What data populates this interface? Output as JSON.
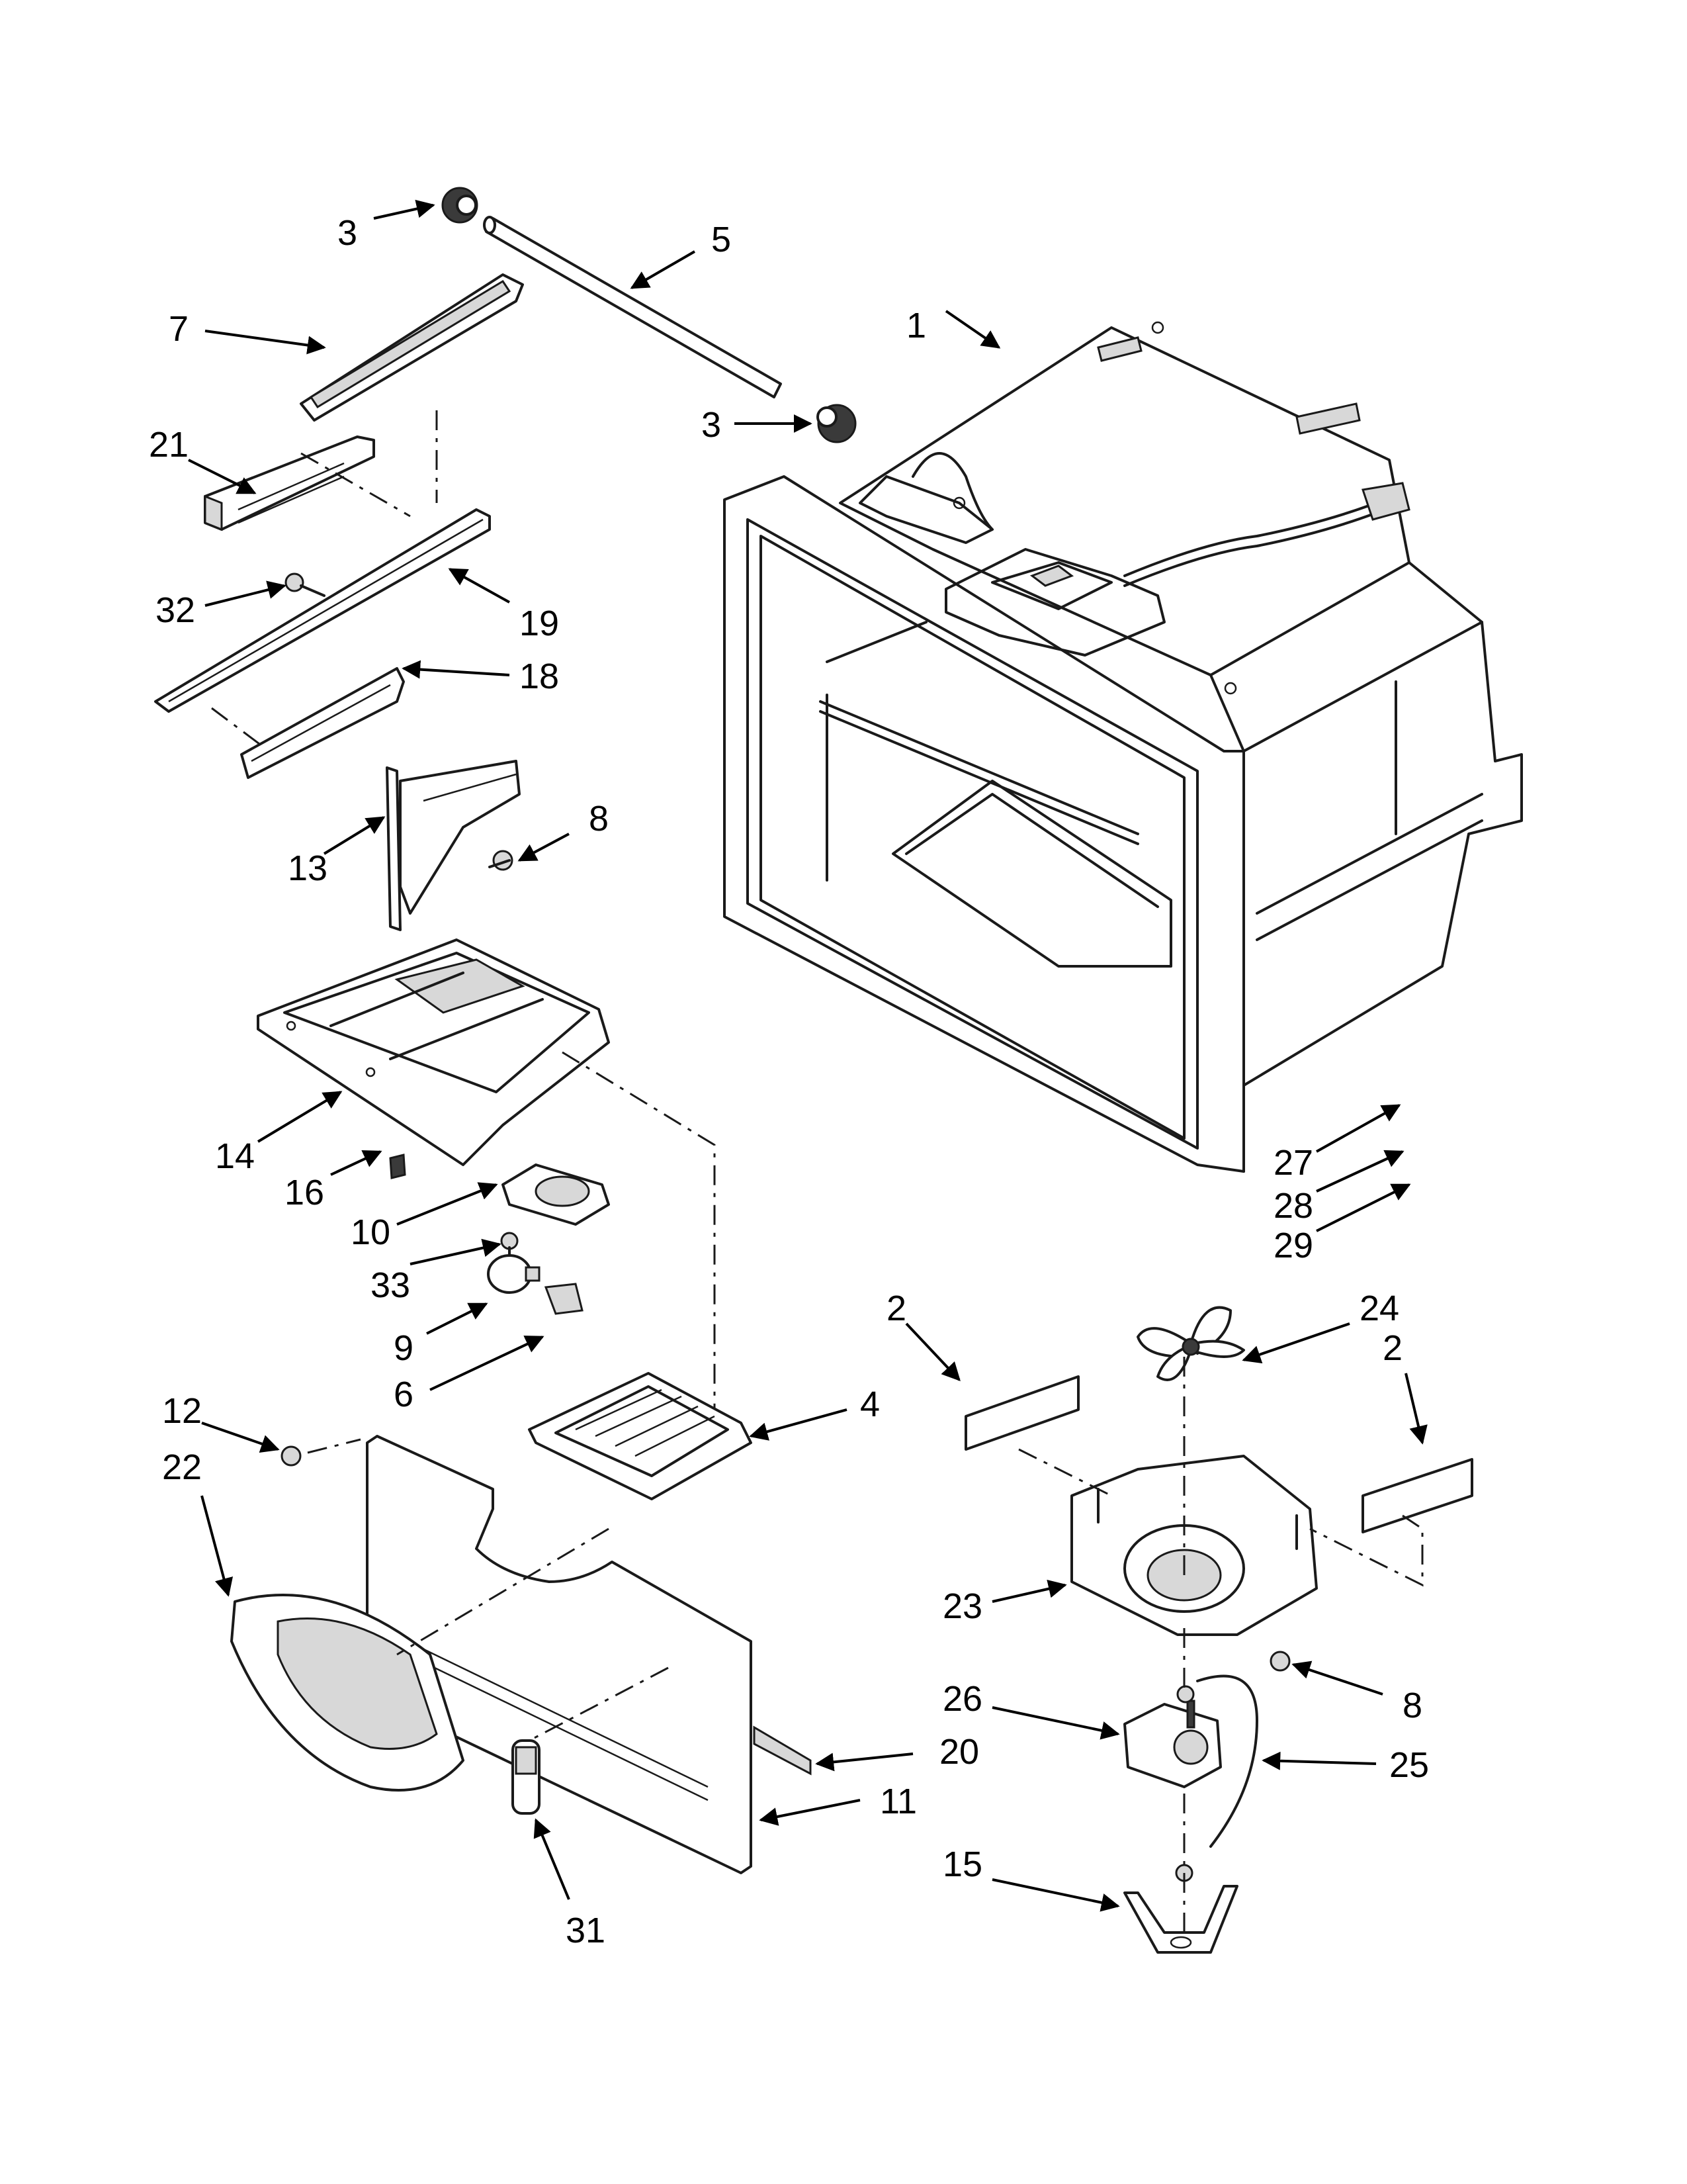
{
  "callouts": [
    {
      "id": "c1",
      "label": "1"
    },
    {
      "id": "c2a",
      "label": "2"
    },
    {
      "id": "c2b",
      "label": "2"
    },
    {
      "id": "c3a",
      "label": "3"
    },
    {
      "id": "c3b",
      "label": "3"
    },
    {
      "id": "c4",
      "label": "4"
    },
    {
      "id": "c5",
      "label": "5"
    },
    {
      "id": "c6",
      "label": "6"
    },
    {
      "id": "c7",
      "label": "7"
    },
    {
      "id": "c8a",
      "label": "8"
    },
    {
      "id": "c8b",
      "label": "8"
    },
    {
      "id": "c9",
      "label": "9"
    },
    {
      "id": "c10",
      "label": "10"
    },
    {
      "id": "c11",
      "label": "11"
    },
    {
      "id": "c12",
      "label": "12"
    },
    {
      "id": "c13",
      "label": "13"
    },
    {
      "id": "c14",
      "label": "14"
    },
    {
      "id": "c15",
      "label": "15"
    },
    {
      "id": "c16",
      "label": "16"
    },
    {
      "id": "c18",
      "label": "18"
    },
    {
      "id": "c19",
      "label": "19"
    },
    {
      "id": "c20",
      "label": "20"
    },
    {
      "id": "c21",
      "label": "21"
    },
    {
      "id": "c22",
      "label": "22"
    },
    {
      "id": "c23",
      "label": "23"
    },
    {
      "id": "c24",
      "label": "24"
    },
    {
      "id": "c25",
      "label": "25"
    },
    {
      "id": "c26",
      "label": "26"
    },
    {
      "id": "c27",
      "label": "27"
    },
    {
      "id": "c28",
      "label": "28"
    },
    {
      "id": "c29",
      "label": "29"
    },
    {
      "id": "c31",
      "label": "31"
    },
    {
      "id": "c32",
      "label": "32"
    },
    {
      "id": "c33",
      "label": "33"
    }
  ]
}
